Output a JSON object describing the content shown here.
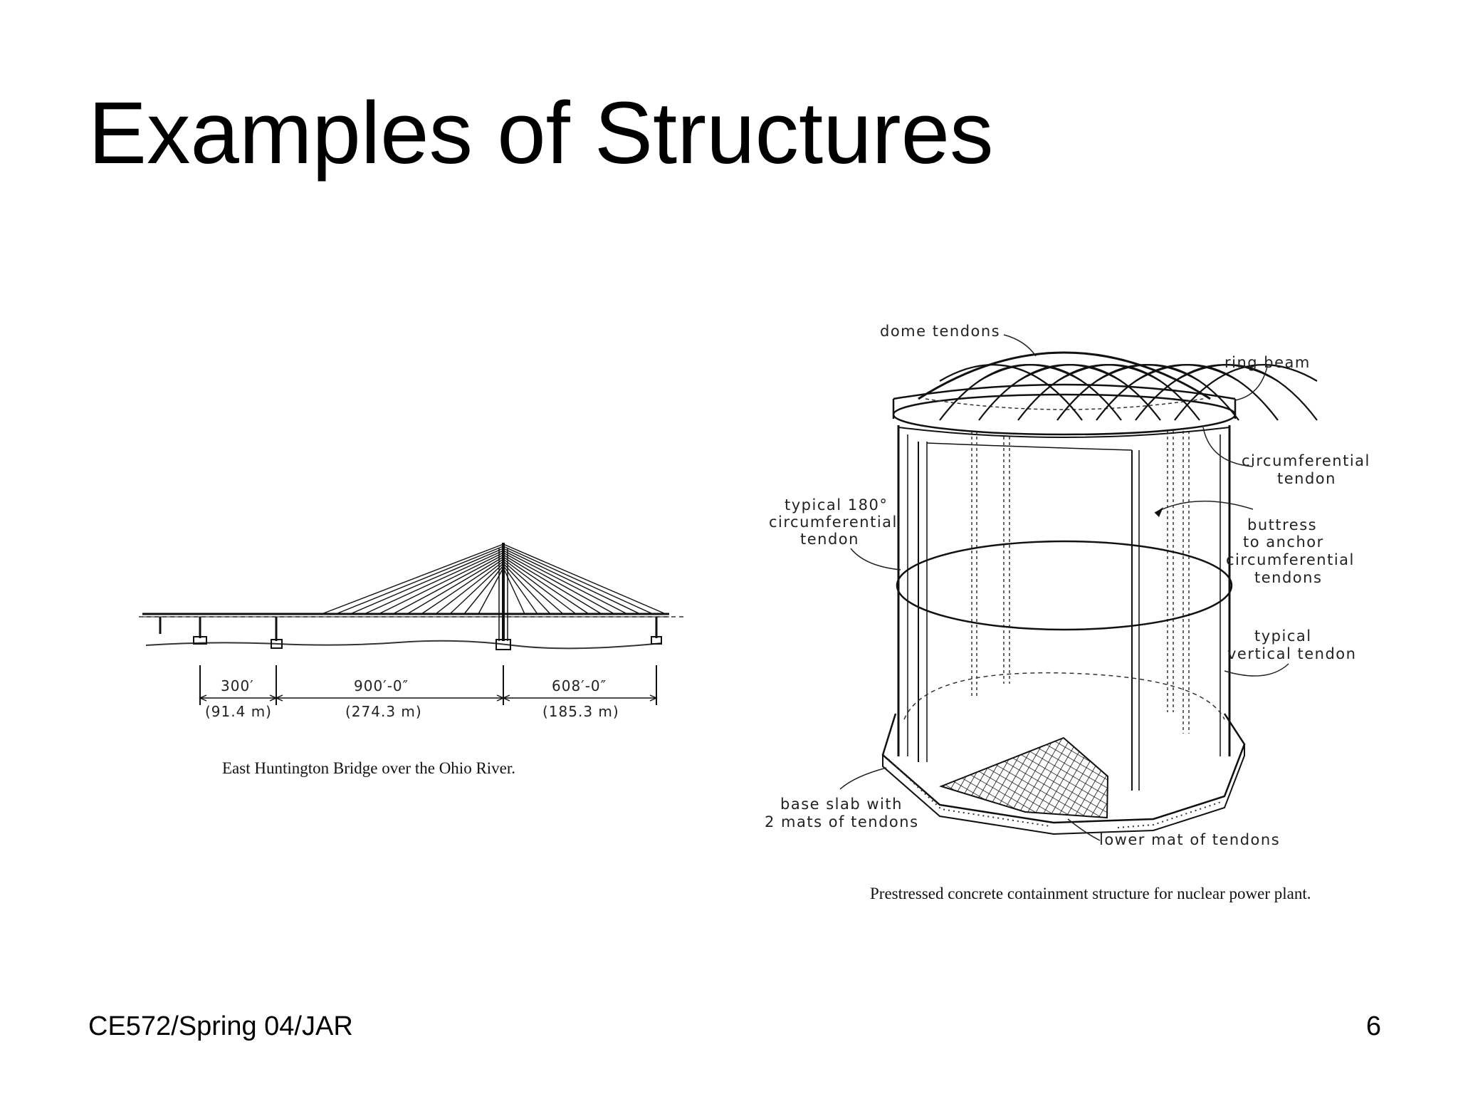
{
  "slide": {
    "title": "Examples of Structures",
    "footer_left": "CE572/Spring 04/JAR",
    "page_number": "6"
  },
  "bridge": {
    "spans": [
      {
        "ft": "300′",
        "m": "(91.4 m)"
      },
      {
        "ft": "900′-0″",
        "m": "(274.3 m)"
      },
      {
        "ft": "608′-0″",
        "m": "(185.3 m)"
      }
    ],
    "caption": "East Huntington Bridge over the Ohio River."
  },
  "containment": {
    "labels": {
      "dome_tendons": "dome tendons",
      "ring_beam": "ring beam",
      "circumferential_tendon_1": "circumferential",
      "circumferential_tendon_2": "tendon",
      "typical_180_1": "typical 180°",
      "typical_180_2": "circumferential",
      "typical_180_3": "tendon",
      "buttress_1": "buttress",
      "buttress_2": "to anchor",
      "buttress_3": "circumferential",
      "buttress_4": "tendons",
      "vertical_1": "typical",
      "vertical_2": "vertical tendon",
      "base_slab_1": "base slab with",
      "base_slab_2": "2 mats of tendons",
      "lower_mat": "lower mat of tendons"
    },
    "caption": "Prestressed concrete containment structure for nuclear power plant."
  }
}
